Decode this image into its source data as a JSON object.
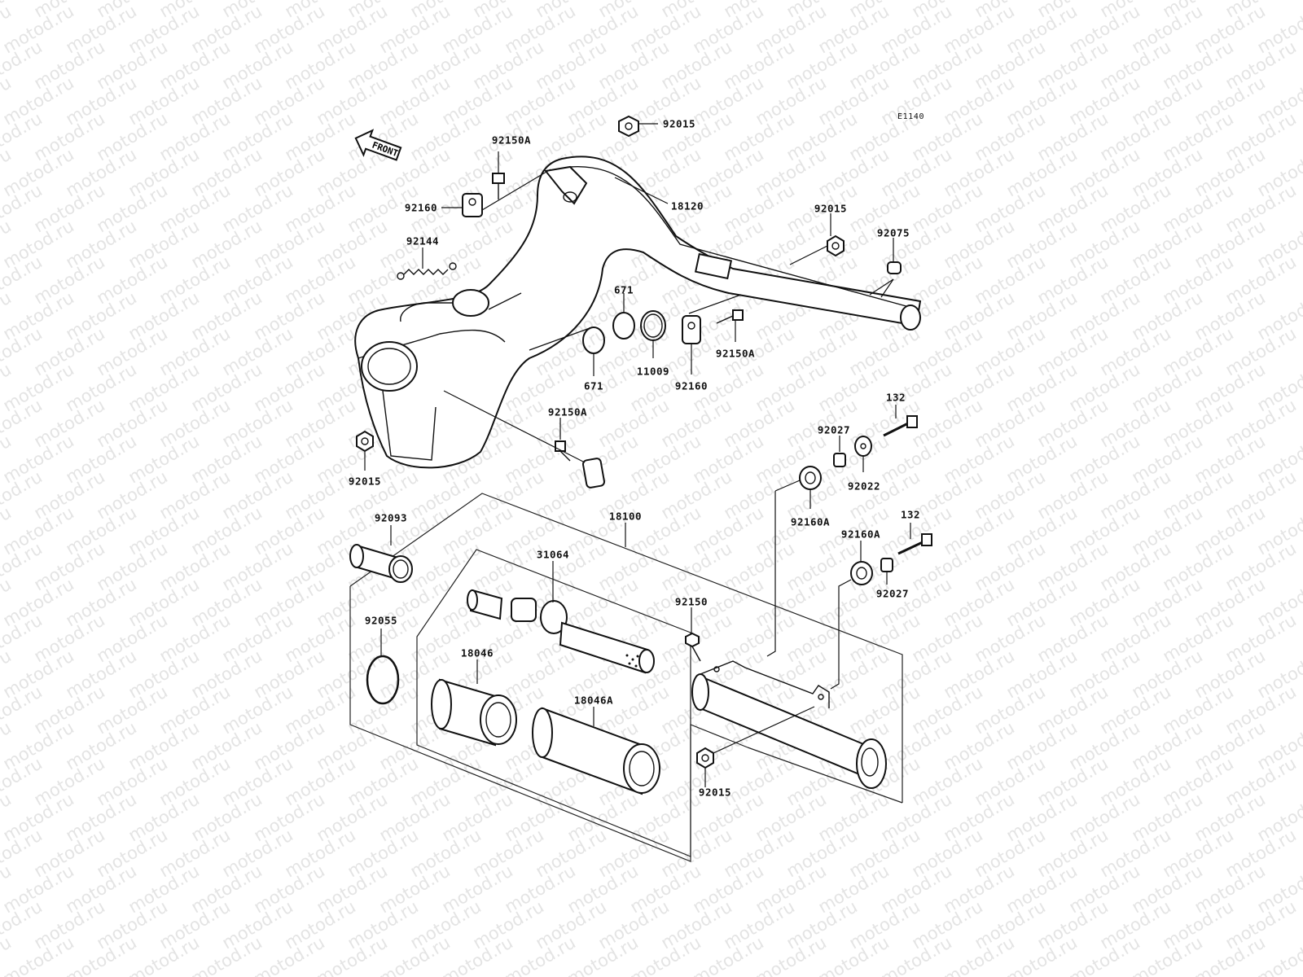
{
  "diagram_code": "E1140",
  "front_label": "FRONT",
  "watermark": "motod.ru",
  "parts": [
    {
      "id": "p18120",
      "number": "18120"
    },
    {
      "id": "p92015a",
      "number": "92015"
    },
    {
      "id": "p92150A_top",
      "number": "92150A"
    },
    {
      "id": "p92160_top",
      "number": "92160"
    },
    {
      "id": "p92144",
      "number": "92144"
    },
    {
      "id": "p92015b",
      "number": "92015"
    },
    {
      "id": "p92075",
      "number": "92075"
    },
    {
      "id": "p671a",
      "number": "671"
    },
    {
      "id": "p671b",
      "number": "671"
    },
    {
      "id": "p11009",
      "number": "11009"
    },
    {
      "id": "p92160_mid",
      "number": "92160"
    },
    {
      "id": "p92150A_mid",
      "number": "92150A"
    },
    {
      "id": "p92150A_low",
      "number": "92150A"
    },
    {
      "id": "p92015c",
      "number": "92015"
    },
    {
      "id": "p132a",
      "number": "132"
    },
    {
      "id": "p92027a",
      "number": "92027"
    },
    {
      "id": "p92022",
      "number": "92022"
    },
    {
      "id": "p92160A_a",
      "number": "92160A"
    },
    {
      "id": "p132b",
      "number": "132"
    },
    {
      "id": "p92160A_b",
      "number": "92160A"
    },
    {
      "id": "p92027b",
      "number": "92027"
    },
    {
      "id": "p92093",
      "number": "92093"
    },
    {
      "id": "p18100",
      "number": "18100"
    },
    {
      "id": "p31064",
      "number": "31064"
    },
    {
      "id": "p92150",
      "number": "92150"
    },
    {
      "id": "p92055",
      "number": "92055"
    },
    {
      "id": "p18046",
      "number": "18046"
    },
    {
      "id": "p18046A",
      "number": "18046A"
    },
    {
      "id": "p92015d",
      "number": "92015"
    }
  ]
}
